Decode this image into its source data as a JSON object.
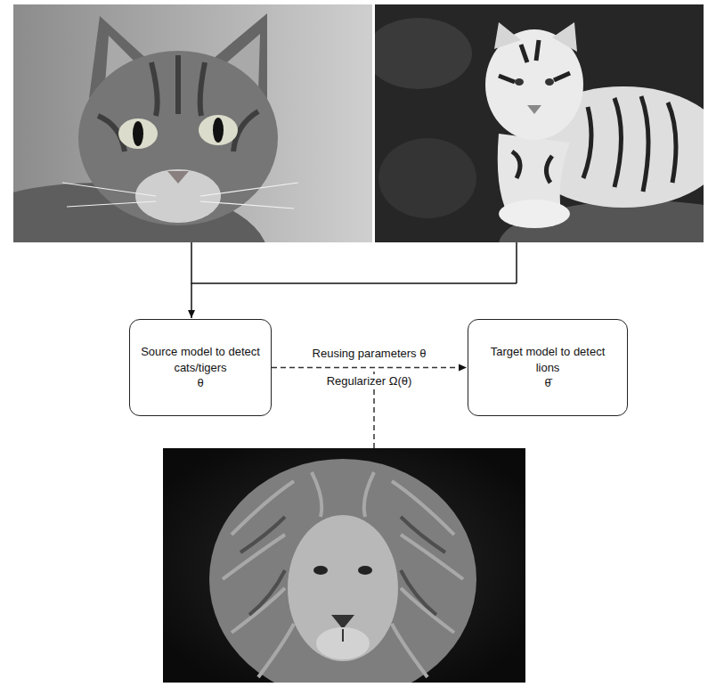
{
  "diagram": {
    "nodes": [
      {
        "text": [
          "Source model to detect cats/tigers",
          "θ"
        ]
      },
      {
        "text": [
          "Target model to detect lions",
          "θ̄"
        ]
      }
    ],
    "edges": [
      {
        "from": 0,
        "to": 1,
        "arrow": "to",
        "label": "Reusing parameters θ"
      }
    ],
    "labels": [
      "Regularizer Ω(θ)"
    ]
  }
}
